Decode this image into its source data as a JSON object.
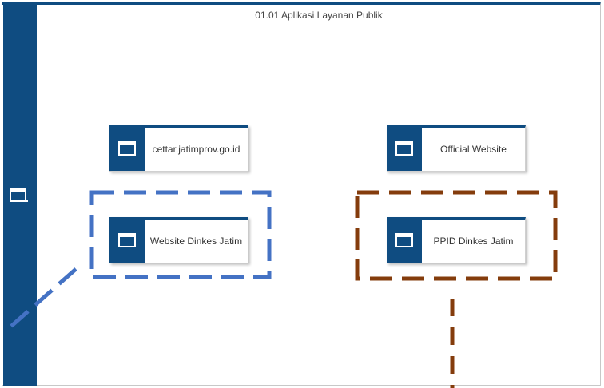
{
  "diagram": {
    "title": "01.01 Aplikasi Layanan Publik",
    "nodes": [
      {
        "id": "cettar",
        "label": "cettar.jatimprov.go.id",
        "icon": "window-icon"
      },
      {
        "id": "official",
        "label": "Official Website",
        "icon": "window-icon"
      },
      {
        "id": "dinkes",
        "label": "Website Dinkes Jatim",
        "icon": "window-icon"
      },
      {
        "id": "ppid",
        "label": "PPID Dinkes Jatim",
        "icon": "window-icon"
      }
    ],
    "highlights": [
      {
        "target": "dinkes",
        "color": "#4472c4",
        "style": "dashed"
      },
      {
        "target": "ppid",
        "color": "#843c0c",
        "style": "dashed"
      }
    ]
  },
  "colors": {
    "header": "#0f4c81",
    "highlight_blue": "#4472c4",
    "highlight_brown": "#843c0c"
  }
}
